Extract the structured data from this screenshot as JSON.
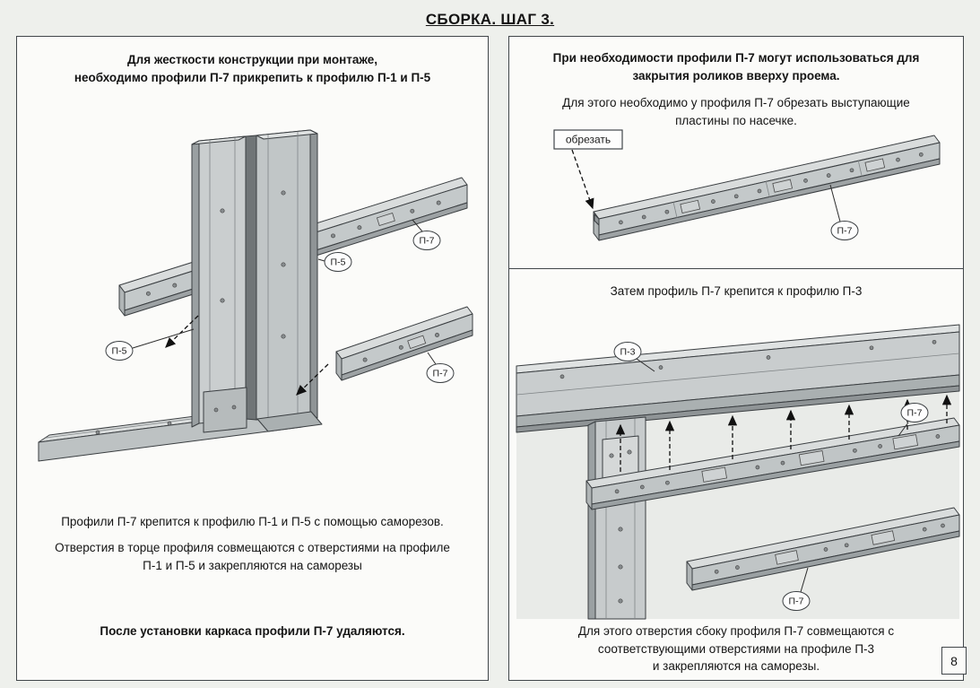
{
  "page": {
    "title": "СБОРКА. ШАГ 3.",
    "page_number": "8"
  },
  "left_panel": {
    "heading": [
      "Для жесткости конструкции при монтаже,",
      "необходимо профили П-7 прикрепить к профилю П-1 и П-5"
    ],
    "paragraph1": "Профили П-7 крепится к профилю П-1 и П-5 с помощью саморезов.",
    "paragraph2": [
      "Отверстия в торце профиля совмещаются с отверстиями на профиле",
      "П-1 и П-5 и закрепляются на саморезы"
    ],
    "note": "После установки каркаса профили П-7 удаляются.",
    "labels": {
      "rail_top": "П-7",
      "post_right": "П-5",
      "post_left": "П-5",
      "rail_bottom": "П-7"
    }
  },
  "top_right_panel": {
    "heading": [
      "При необходимости профили П-7 могут использоваться для",
      "закрытия роликов вверху проема."
    ],
    "body": [
      "Для этого необходимо у профиля П-7 обрезать выступающие",
      "пластины по насечке."
    ],
    "cut_label": "обрезать",
    "labels": {
      "profile": "П-7"
    }
  },
  "bottom_right_panel": {
    "heading": "Затем профиль П-7 крепится к профилю П-3",
    "body": [
      "Для этого отверстия сбоку профиля П-7 совмещаются с",
      "соответствующими отверстиями на профиле П-3",
      "и закрепляются на саморезы."
    ],
    "labels": {
      "beam": "П-3",
      "rail_upper": "П-7",
      "rail_lower": "П-7"
    }
  }
}
